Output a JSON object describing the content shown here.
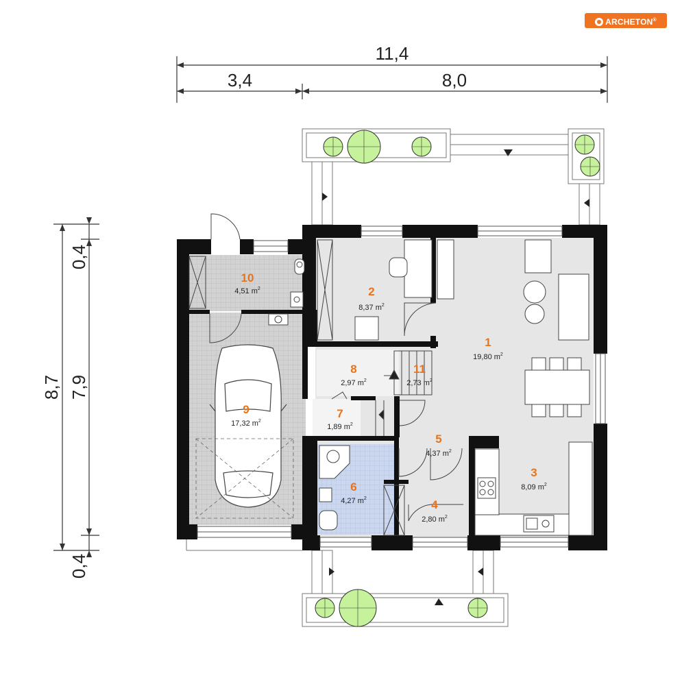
{
  "brand": {
    "name": "ARCHETON",
    "registered": "®",
    "color": "#f07321"
  },
  "dimensions": {
    "top_total": "11,4",
    "top_left": "3,4",
    "top_right": "8,0",
    "left_total": "8,7",
    "left_inner": "7,9",
    "left_top": "0,4",
    "left_bottom": "0,4"
  },
  "rooms": [
    {
      "number": "1",
      "area": "19,80",
      "unit": "m",
      "sup": "2"
    },
    {
      "number": "2",
      "area": "8,37",
      "unit": "m",
      "sup": "2"
    },
    {
      "number": "3",
      "area": "8,09",
      "unit": "m",
      "sup": "2"
    },
    {
      "number": "4",
      "area": "2,80",
      "unit": "m",
      "sup": "2"
    },
    {
      "number": "5",
      "area": "4,37",
      "unit": "m",
      "sup": "2"
    },
    {
      "number": "6",
      "area": "4,27",
      "unit": "m",
      "sup": "2"
    },
    {
      "number": "7",
      "area": "1,89",
      "unit": "m",
      "sup": "2"
    },
    {
      "number": "8",
      "area": "2,97",
      "unit": "m",
      "sup": "2"
    },
    {
      "number": "9",
      "area": "17,32",
      "unit": "m",
      "sup": "2"
    },
    {
      "number": "10",
      "area": "4,51",
      "unit": "m",
      "sup": "2"
    },
    {
      "number": "11",
      "area": "2,73",
      "unit": "m",
      "sup": "2"
    }
  ],
  "colors": {
    "wall": "#111111",
    "floor": "#e6e6e6",
    "garage_tile": "#cfcfcf",
    "bath_tile": "#c9d6ee",
    "room_number": "#e8731a",
    "plant": "#c5f29a"
  }
}
